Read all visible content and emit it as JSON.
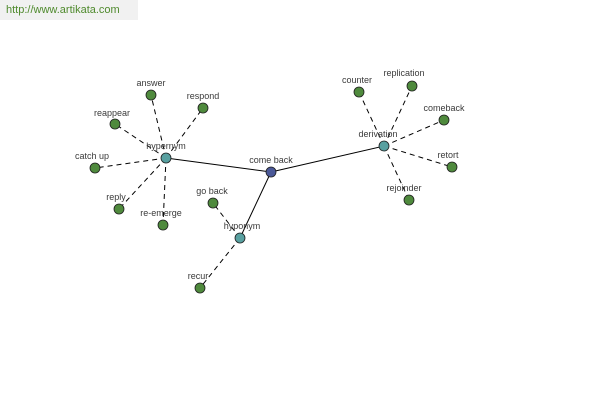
{
  "watermark": "http://www.artikata.com",
  "colors": {
    "center_node": "#4a5898",
    "hub_node": "#58a0a0",
    "leaf_node": "#4f8a3d",
    "node_stroke": "#1e1e1e",
    "solid_edge": "#000000",
    "dashed_edge": "#000000"
  },
  "nodes": [
    {
      "id": "comeback_center",
      "label": "come back",
      "kind": "center"
    },
    {
      "id": "hypernym",
      "label": "hypernym",
      "kind": "hub"
    },
    {
      "id": "hyponym",
      "label": "hyponym",
      "kind": "hub"
    },
    {
      "id": "derivation",
      "label": "derivation",
      "kind": "hub"
    },
    {
      "id": "answer",
      "label": "answer",
      "kind": "leaf"
    },
    {
      "id": "respond",
      "label": "respond",
      "kind": "leaf"
    },
    {
      "id": "reappear",
      "label": "reappear",
      "kind": "leaf"
    },
    {
      "id": "catchup",
      "label": "catch up",
      "kind": "leaf"
    },
    {
      "id": "reply",
      "label": "reply",
      "kind": "leaf"
    },
    {
      "id": "reemerge",
      "label": "re-emerge",
      "kind": "leaf"
    },
    {
      "id": "goback",
      "label": "go back",
      "kind": "leaf"
    },
    {
      "id": "recur",
      "label": "recur",
      "kind": "leaf"
    },
    {
      "id": "counter",
      "label": "counter",
      "kind": "leaf"
    },
    {
      "id": "replication",
      "label": "replication",
      "kind": "leaf"
    },
    {
      "id": "comeback_leaf",
      "label": "comeback",
      "kind": "leaf"
    },
    {
      "id": "retort",
      "label": "retort",
      "kind": "leaf"
    },
    {
      "id": "rejoinder",
      "label": "rejoinder",
      "kind": "leaf"
    }
  ],
  "edges": [
    {
      "from": "comeback_center",
      "to": "hypernym",
      "style": "solid"
    },
    {
      "from": "comeback_center",
      "to": "hyponym",
      "style": "solid"
    },
    {
      "from": "comeback_center",
      "to": "derivation",
      "style": "solid"
    },
    {
      "from": "hypernym",
      "to": "answer",
      "style": "dashed"
    },
    {
      "from": "hypernym",
      "to": "respond",
      "style": "dashed"
    },
    {
      "from": "hypernym",
      "to": "reappear",
      "style": "dashed"
    },
    {
      "from": "hypernym",
      "to": "catchup",
      "style": "dashed"
    },
    {
      "from": "hypernym",
      "to": "reply",
      "style": "dashed"
    },
    {
      "from": "hypernym",
      "to": "reemerge",
      "style": "dashed"
    },
    {
      "from": "hyponym",
      "to": "goback",
      "style": "dashed"
    },
    {
      "from": "hyponym",
      "to": "recur",
      "style": "dashed"
    },
    {
      "from": "derivation",
      "to": "counter",
      "style": "dashed"
    },
    {
      "from": "derivation",
      "to": "replication",
      "style": "dashed"
    },
    {
      "from": "derivation",
      "to": "comeback_leaf",
      "style": "dashed"
    },
    {
      "from": "derivation",
      "to": "retort",
      "style": "dashed"
    },
    {
      "from": "derivation",
      "to": "rejoinder",
      "style": "dashed"
    }
  ]
}
